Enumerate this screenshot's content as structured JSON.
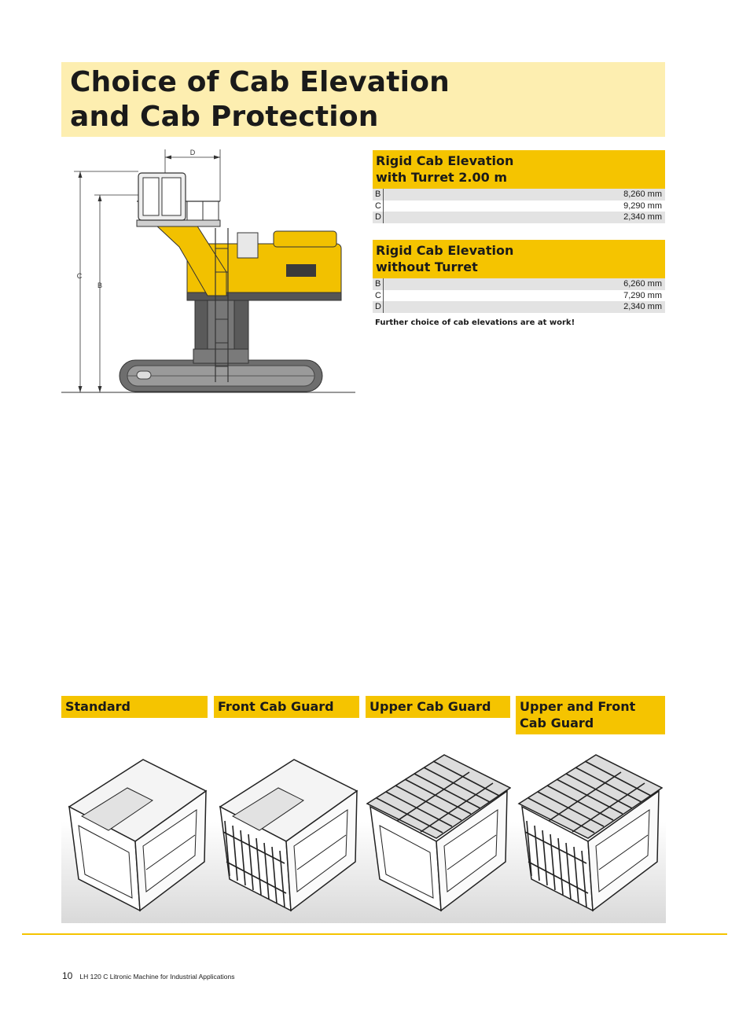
{
  "title": {
    "line1": "Choice of Cab Elevation",
    "line2": "and Cab Protection"
  },
  "diagram": {
    "label_d": "D",
    "label_c": "C",
    "label_b": "B"
  },
  "spec1": {
    "heading1": "Rigid Cab Elevation",
    "heading2": "with Turret 2.00 m",
    "rows": [
      {
        "key": "B",
        "value": "8,260 mm"
      },
      {
        "key": "C",
        "value": "9,290 mm"
      },
      {
        "key": "D",
        "value": "2,340 mm"
      }
    ]
  },
  "spec2": {
    "heading1": "Rigid Cab Elevation",
    "heading2": "without Turret",
    "rows": [
      {
        "key": "B",
        "value": "6,260 mm"
      },
      {
        "key": "C",
        "value": "7,290 mm"
      },
      {
        "key": "D",
        "value": "2,340 mm"
      }
    ]
  },
  "note": "Further choice of cab elevations are at work!",
  "guards": [
    {
      "line1": "Standard",
      "line2": ""
    },
    {
      "line1": "Front Cab Guard",
      "line2": ""
    },
    {
      "line1": "Upper Cab Guard",
      "line2": ""
    },
    {
      "line1": "Upper and Front",
      "line2": "Cab Guard"
    }
  ],
  "footer": {
    "page": "10",
    "text": "LH 120 C Litronic Machine for Industrial Applications"
  },
  "colors": {
    "accent": "#f5c400",
    "title_bg": "#fdeeb0",
    "row_shade": "#e3e3e3"
  }
}
